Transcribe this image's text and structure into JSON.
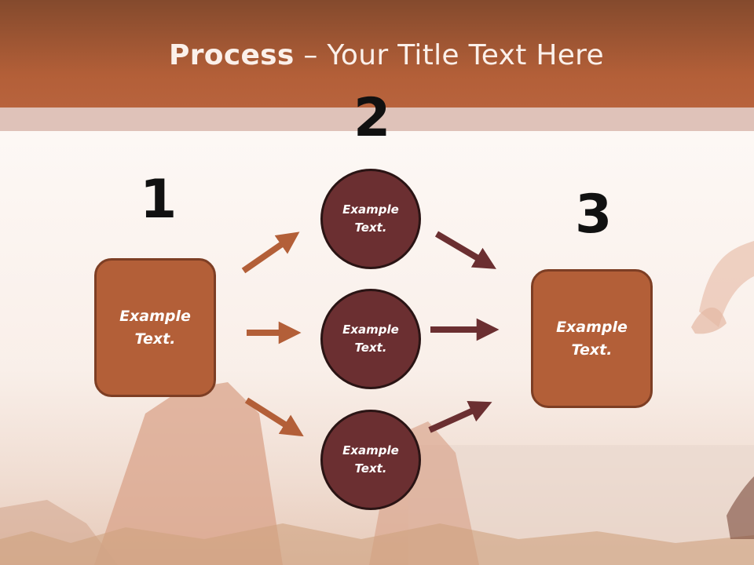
{
  "title": {
    "bold": "Process",
    "rest": " – Your Title Text Here"
  },
  "steps": {
    "n1": "1",
    "n2": "2",
    "n3": "3"
  },
  "box_left": {
    "line1": "Example",
    "line2": "Text."
  },
  "box_right": {
    "line1": "Example",
    "line2": "Text."
  },
  "circles": [
    {
      "line1": "Example",
      "line2": "Text."
    },
    {
      "line1": "Example",
      "line2": "Text."
    },
    {
      "line1": "Example",
      "line2": "Text."
    }
  ],
  "colors": {
    "accent": "#b35f38",
    "dark": "#6b2f31",
    "header": "#844a2d"
  }
}
